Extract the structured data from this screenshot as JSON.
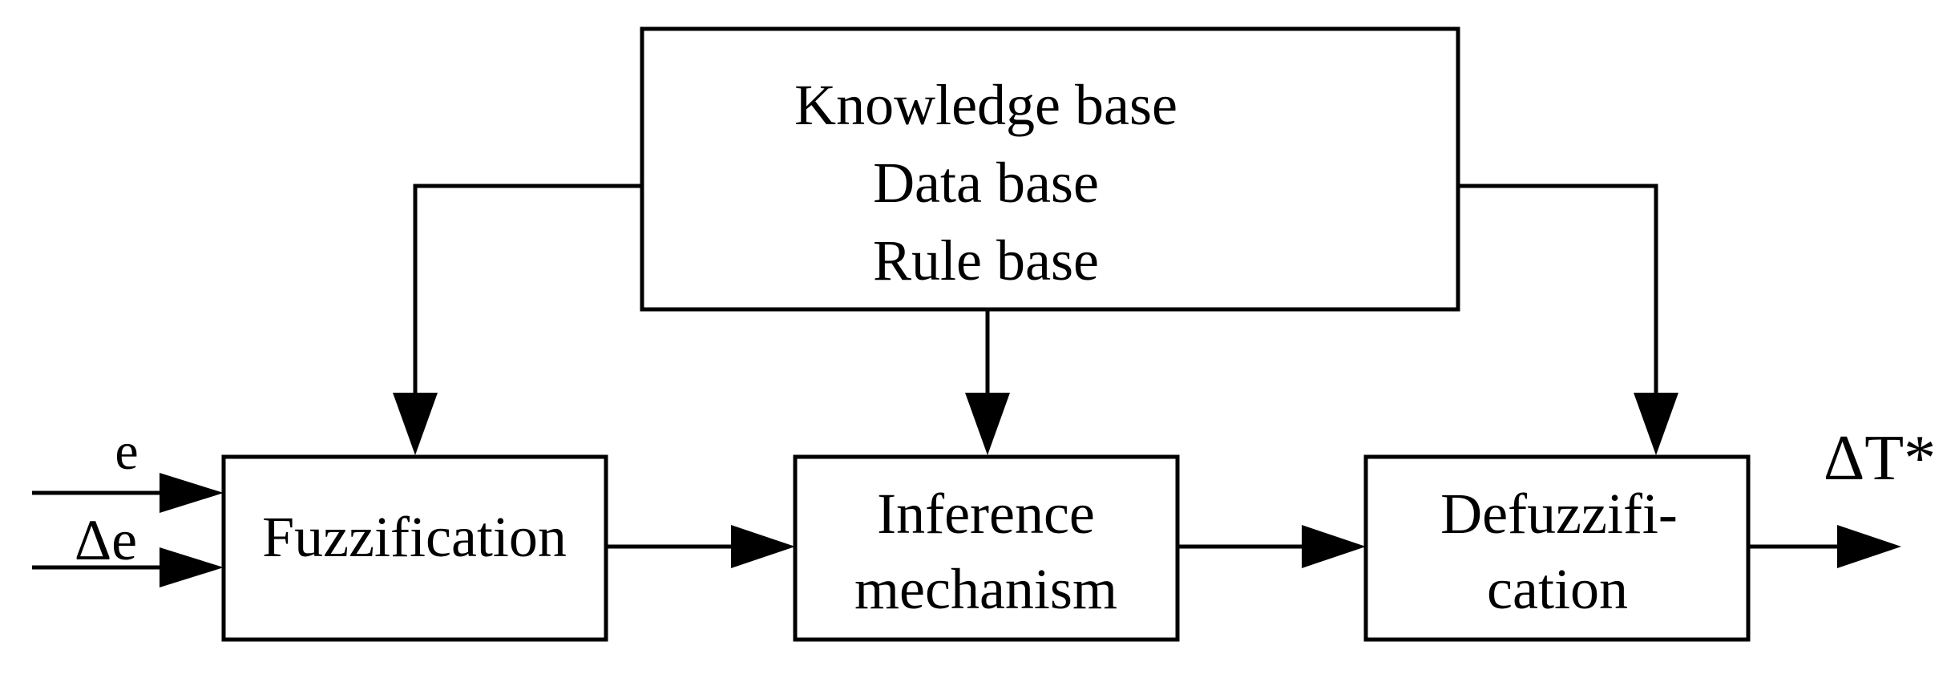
{
  "knowledge_block": {
    "line1": "Knowledge base",
    "line2": "Data base",
    "line3": "Rule base"
  },
  "fuzzification_block": {
    "label": "Fuzzification"
  },
  "inference_block": {
    "line1": "Inference",
    "line2": "mechanism"
  },
  "defuzzification_block": {
    "line1": "Defuzzifi-",
    "line2": "cation"
  },
  "inputs": {
    "e": "e",
    "delta_e": "Δe"
  },
  "output": {
    "label": "ΔT*"
  }
}
